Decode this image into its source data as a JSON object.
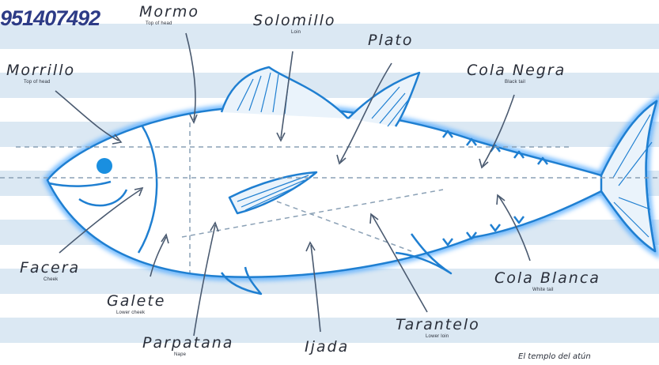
{
  "phone": "951407492",
  "caption": "El templo del atún",
  "labels": {
    "mormo": {
      "name": "Mormo",
      "sub": "Top of head"
    },
    "morrillo": {
      "name": "Morrillo",
      "sub": "Top of head"
    },
    "solomillo": {
      "name": "Solomillo",
      "sub": "Loin"
    },
    "plato": {
      "name": "Plato",
      "sub": ""
    },
    "cola_negra": {
      "name": "Cola Negra",
      "sub": "Black tail"
    },
    "facera": {
      "name": "Facera",
      "sub": "Cheek"
    },
    "galete": {
      "name": "Galete",
      "sub": "Lower cheek"
    },
    "parpatana": {
      "name": "Parpatana",
      "sub": "Nape"
    },
    "ijada": {
      "name": "Ijada",
      "sub": ""
    },
    "tarantelo": {
      "name": "Tarantelo",
      "sub": "Lower loin"
    },
    "cola_blanca": {
      "name": "Cola Blanca",
      "sub": "White tail"
    }
  },
  "colors": {
    "stripe": "#dbe8f3",
    "outline": "#1f7fd1",
    "glow": "#4fa9ff",
    "eye": "#1a8fe0",
    "text": "#2a2f3a",
    "phone": "#2d3b86"
  }
}
